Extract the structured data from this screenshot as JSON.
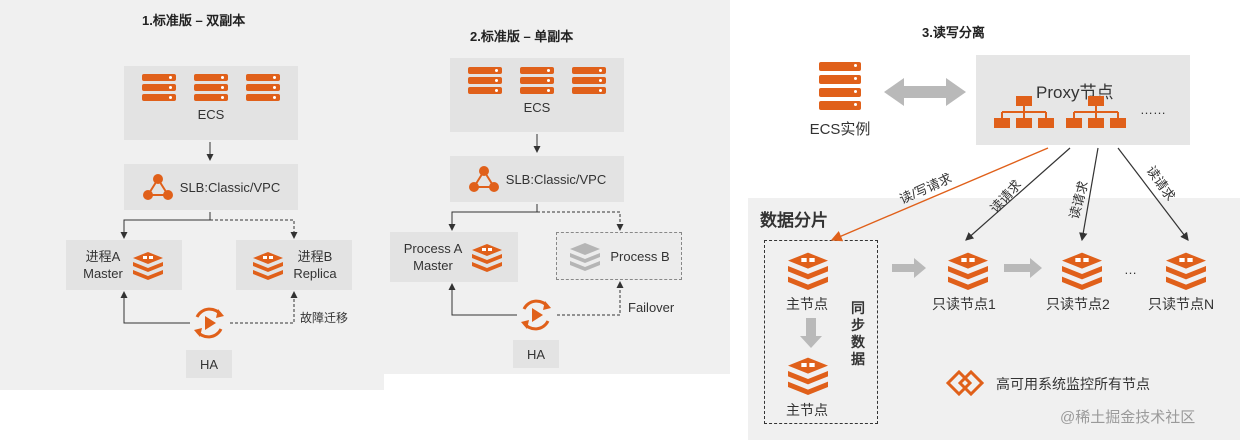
{
  "panel1": {
    "title": "1.标准版 – 双副本",
    "ecs_label": "ECS",
    "slb_label": "SLB:Classic/VPC",
    "node_a_label_1": "进程A",
    "node_a_label_2": "Master",
    "node_b_label_1": "进程B",
    "node_b_label_2": "Replica",
    "failover_label": "故障迁移",
    "ha_label": "HA"
  },
  "panel2": {
    "title": "2.标准版 – 单副本",
    "ecs_label": "ECS",
    "slb_label": "SLB:Classic/VPC",
    "node_a_label_1": "Process A",
    "node_a_label_2": "Master",
    "node_b_label": "Process B",
    "failover_label": "Failover",
    "ha_label": "HA"
  },
  "panel3": {
    "title": "3.读写分离",
    "ecs_label": "ECS实例",
    "proxy_label": "Proxy节点",
    "proxy_more": "……",
    "shard_label": "数据分片",
    "rw_label": "读/写请求",
    "read_label_1": "读请求",
    "read_label_2": "读请求",
    "read_label_3": "读请求",
    "master_label_1": "主节点",
    "master_label_2": "主节点",
    "sync_label": "同步数据",
    "ro1_label": "只读节点1",
    "ro2_label": "只读节点2",
    "ro_dots": "…",
    "ron_label": "只读节点N",
    "monitor_label": "高可用系统监控所有节点"
  },
  "watermark": "@稀土掘金技术社区",
  "colors": {
    "accent": "#e0601a",
    "panel": "#f0f0f0",
    "box": "#e3e3e3",
    "gray_arrow": "#b9b9b9"
  }
}
